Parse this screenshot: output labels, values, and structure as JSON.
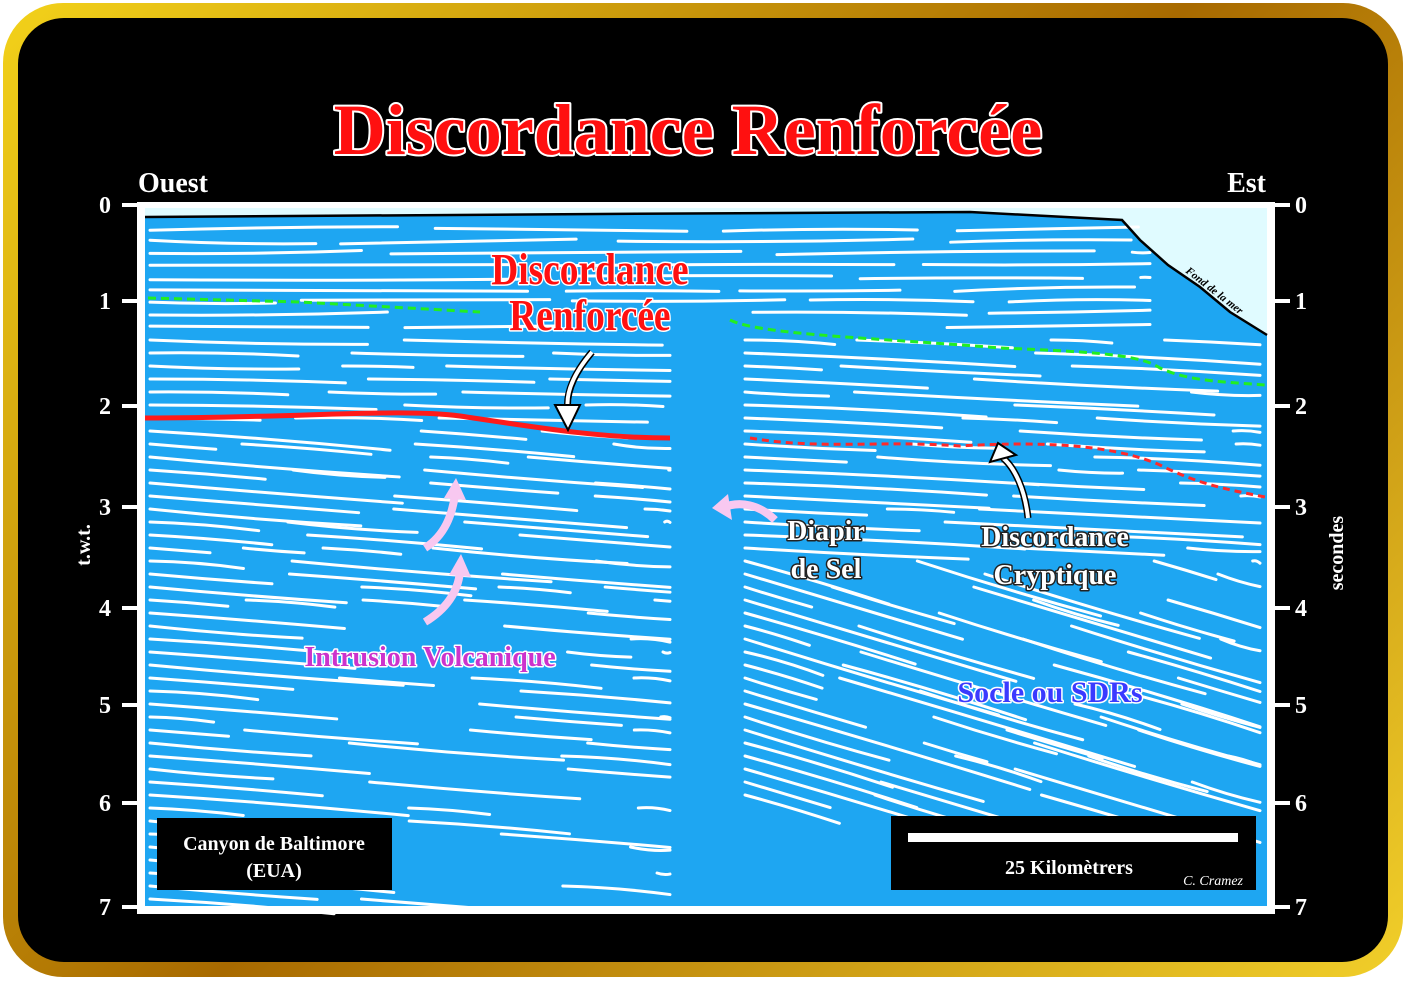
{
  "title": "Discordance Renforcée",
  "direction": {
    "west": "Ouest",
    "east": "Est"
  },
  "axis": {
    "left_label": "t.w.t.",
    "right_label": "secondes",
    "ticks": [
      "0",
      "1",
      "2",
      "3",
      "4",
      "5",
      "6",
      "7"
    ]
  },
  "annotations": {
    "seafloor": "Fond de la mer",
    "enhanced_line1": "Discordance",
    "enhanced_line2": "Renforcée",
    "diapir_line1": "Diapir",
    "diapir_line2": "de Sel",
    "cryptic_line1": "Discordance",
    "cryptic_line2": "Cryptique",
    "volcanic": "Intrusion Volcanique",
    "basement": "Socle ou SDRs"
  },
  "location_box": {
    "line1": "Canyon de Baltimore",
    "line2": "(EUA)"
  },
  "scale_box": {
    "label": "25 Kilomètrers",
    "credit": "C. Cramez"
  },
  "colors": {
    "section": "#1ea6f2",
    "enhanced": "#ff1a1a",
    "cryptic": "#ff2a2a",
    "marker": "#22ee22",
    "volcanic": "#cc33cc",
    "basement": "#3a3aff"
  }
}
